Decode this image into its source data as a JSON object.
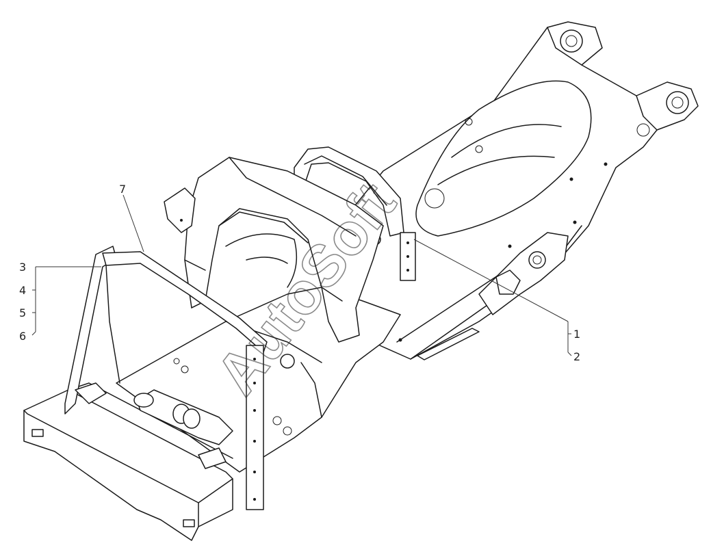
{
  "diagram": {
    "watermark": "AutoSoft",
    "callouts": [
      {
        "id": "c1",
        "label": "1"
      },
      {
        "id": "c2",
        "label": "2"
      },
      {
        "id": "c3",
        "label": "3"
      },
      {
        "id": "c4",
        "label": "4"
      },
      {
        "id": "c5",
        "label": "5"
      },
      {
        "id": "c6",
        "label": "6"
      },
      {
        "id": "c7",
        "label": "7"
      }
    ]
  }
}
